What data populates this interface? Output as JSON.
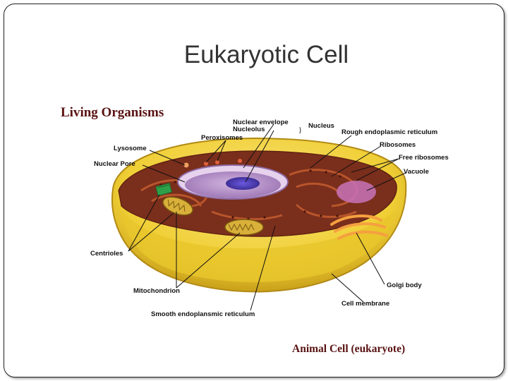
{
  "slide": {
    "title": "Eukaryotic Cell"
  },
  "figure": {
    "heading": "Living Organisms",
    "caption": "Animal Cell (eukaryote)",
    "labels": {
      "nuclear_envelope": "Nuclear envelope",
      "nucleolus": "Nucleolus",
      "nucleus": "Nucleus",
      "brace": "}",
      "rough_er": "Rough endoplasmic reticulum",
      "peroxisomes": "Peroxisomes",
      "ribosomes": "Ribosomes",
      "free_ribosomes": "Free ribosomes",
      "lysosome": "Lysosome",
      "nuclear_pore": "Nuclear Pore",
      "vacuole": "Vacuole",
      "centrioles": "Centrioles",
      "mitochondrion": "Mitochondrion",
      "golgi_body": "Golgi body",
      "cell_membrane": "Cell membrane",
      "smooth_er": "Smooth endoplansmic reticulum"
    },
    "colors": {
      "cytoplasm": "#f2d43a",
      "membrane": "#c9a21e",
      "rough_er": "#9a3a22",
      "nucleus": "#b893c8",
      "nucleolus": "#4b3bb0",
      "mitochondria": "#d8b03a",
      "golgi": "#f5a040",
      "vacuole": "#c872b8",
      "centriole": "#2fa04a"
    }
  }
}
